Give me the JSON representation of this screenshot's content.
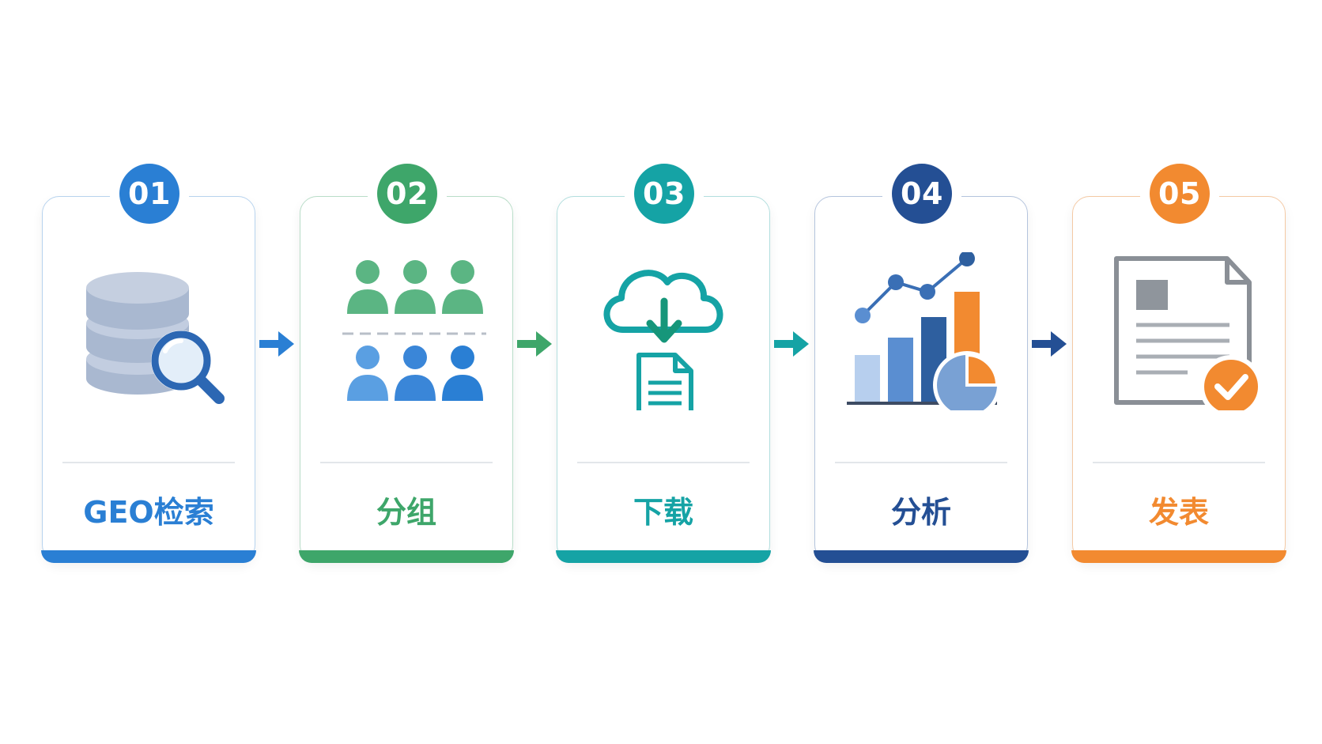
{
  "steps": [
    {
      "number": "01",
      "label": "GEO检索",
      "color": "#2a7fd4",
      "icon": "database-search-icon"
    },
    {
      "number": "02",
      "label": "分组",
      "color": "#3ea66a",
      "icon": "people-groups-icon"
    },
    {
      "number": "03",
      "label": "下载",
      "color": "#15a3a5",
      "icon": "cloud-download-icon"
    },
    {
      "number": "04",
      "label": "分析",
      "color": "#244f94",
      "icon": "chart-analysis-icon"
    },
    {
      "number": "05",
      "label": "发表",
      "color": "#f28a30",
      "icon": "document-check-icon"
    }
  ],
  "arrows": [
    {
      "color": "#2a7fd4"
    },
    {
      "color": "#3ea66a"
    },
    {
      "color": "#15a3a5"
    },
    {
      "color": "#244f94"
    }
  ]
}
